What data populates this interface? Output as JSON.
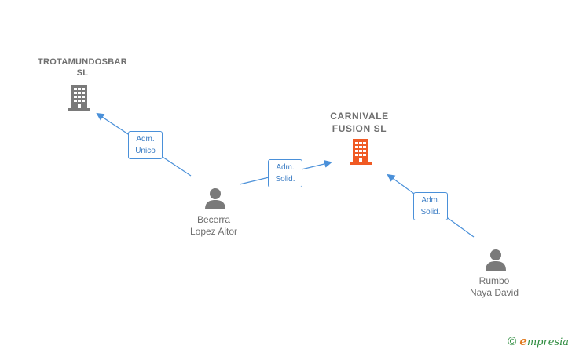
{
  "nodes": {
    "trotamundosbar": {
      "line1": "TROTAMUNDOSBAR",
      "line2": "SL",
      "type": "company",
      "color": "#7a7a7a"
    },
    "carnivale": {
      "line1": "CARNIVALE",
      "line2": "FUSION  SL",
      "type": "company",
      "color": "#f05a24"
    },
    "becerra": {
      "line1": "Becerra",
      "line2": "Lopez Aitor",
      "type": "person",
      "color": "#7a7a7a"
    },
    "rumbo": {
      "line1": "Rumbo",
      "line2": "Naya David",
      "type": "person",
      "color": "#7a7a7a"
    }
  },
  "edges": [
    {
      "from": "becerra",
      "to": "trotamundosbar",
      "role_line1": "Adm.",
      "role_line2": "Unico"
    },
    {
      "from": "becerra",
      "to": "carnivale",
      "role_line1": "Adm.",
      "role_line2": "Solid."
    },
    {
      "from": "rumbo",
      "to": "carnivale",
      "role_line1": "Adm.",
      "role_line2": "Solid."
    }
  ],
  "colors": {
    "edge": "#4a90d9",
    "label_text": "#6f6f6f"
  },
  "brand": {
    "copyright": "©",
    "e": "e",
    "rest": "mpresia"
  }
}
